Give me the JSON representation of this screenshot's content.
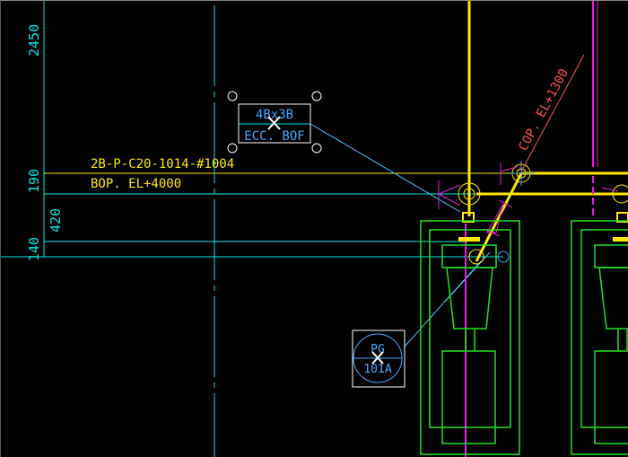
{
  "colors": {
    "background": "#000000",
    "cyan": "#00e5e5",
    "yellow": "#ffe800",
    "magenta": "#e020e0",
    "green": "#20e020",
    "blue_text": "#40a8ff",
    "red_text": "#ff5050",
    "white": "#ffffff"
  },
  "dimensions": {
    "d1": "2450",
    "d2": "190",
    "d3": "420",
    "d4": "140"
  },
  "reducer_tag": {
    "size": "4Bx3B",
    "type": "ECC. BOF"
  },
  "line_label": {
    "line_number": "2B-P-C20-1014-#1004",
    "elevation": "BOP. EL+4000"
  },
  "branch_label": "COP. EL+1300",
  "instrument_tag": {
    "type": "PG",
    "number": "101A"
  }
}
